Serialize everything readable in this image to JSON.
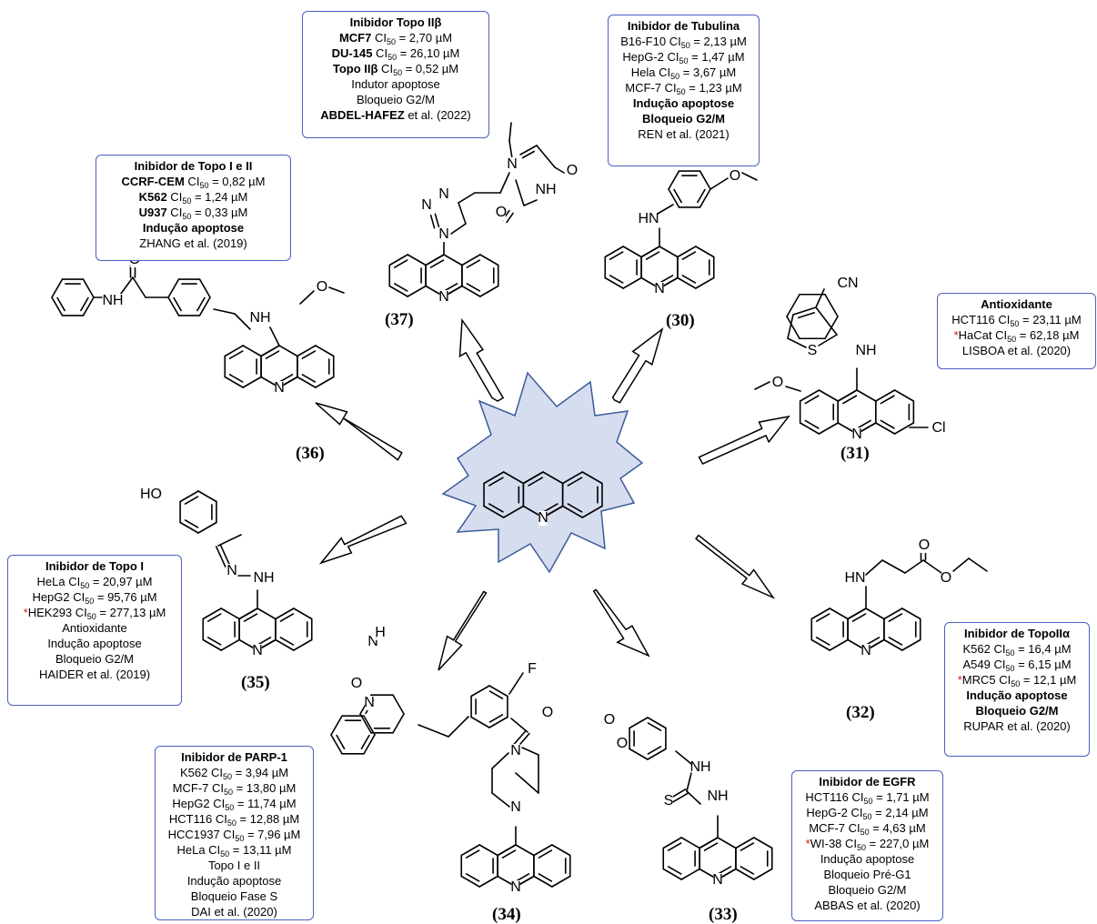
{
  "center": {
    "atom_label": "N"
  },
  "compounds": [
    {
      "id": "30",
      "label": "(30)"
    },
    {
      "id": "31",
      "label": "(31)"
    },
    {
      "id": "32",
      "label": "(32)"
    },
    {
      "id": "33",
      "label": "(33)"
    },
    {
      "id": "34",
      "label": "(34)"
    },
    {
      "id": "35",
      "label": "(35)"
    },
    {
      "id": "36",
      "label": "(36)"
    },
    {
      "id": "37",
      "label": "(37)"
    }
  ],
  "cards": [
    {
      "id": "36",
      "lines": [
        {
          "text": "Inibidor de Topo I e II",
          "style": "title"
        },
        {
          "bold": "CCRF-CEM",
          "mid": "  CI",
          "sub": "50",
          "rest": " = 0,82 µM"
        },
        {
          "bold": "K562",
          "mid": "  CI",
          "sub": "50",
          "rest": "  = 1,24 µM"
        },
        {
          "bold": "U937",
          "mid": "  CI",
          "sub": "50",
          "rest": "  = 0,33 µM"
        },
        {
          "text": "Indução apoptose",
          "style": "title"
        },
        {
          "text": "ZHANG et al. (2019)"
        }
      ]
    },
    {
      "id": "37",
      "lines": [
        {
          "text": "Inibidor Topo IIβ",
          "style": "title"
        },
        {
          "bold": "MCF7",
          "mid": " CI",
          "sub": "50",
          "rest": " = 2,70 µM"
        },
        {
          "bold": "DU-145",
          "mid": " CI",
          "sub": "50",
          "rest": " = 26,10 µM"
        },
        {
          "bold": "Topo IIβ",
          "mid": " CI",
          "sub": "50",
          "rest": " = 0,52 µM"
        },
        {
          "text": "Indutor apoptose"
        },
        {
          "text": "Bloqueio G2/M"
        },
        {
          "bold": "ABDEL-HAFEZ",
          "rest": " et al. (2022)"
        }
      ]
    },
    {
      "id": "30",
      "lines": [
        {
          "text": "Inibidor de Tubulina",
          "style": "title"
        },
        {
          "mid": "B16-F10 CI",
          "sub": "50",
          "rest": " = 2,13 µM"
        },
        {
          "mid": "HepG-2 CI",
          "sub": "50",
          "rest": " = 1,47 µM"
        },
        {
          "mid": "Hela CI",
          "sub": "50",
          "rest": " = 3,67 µM"
        },
        {
          "mid": "MCF-7 CI",
          "sub": "50",
          "rest": " = 1,23 µM"
        },
        {
          "text": "Indução apoptose",
          "style": "title"
        },
        {
          "text": "Bloqueio G2/M",
          "style": "title"
        },
        {
          "text": "REN et al. (2021)"
        }
      ]
    },
    {
      "id": "31",
      "lines": [
        {
          "text": "Antioxidante",
          "style": "title"
        },
        {
          "mid": "HCT116 CI",
          "sub": "50",
          "rest": " = 23,11 µM"
        },
        {
          "star": "*",
          "mid": "HaCat CI",
          "sub": "50",
          "rest": " = 62,18 µM"
        },
        {
          "text": "LISBOA et al. (2020)"
        }
      ]
    },
    {
      "id": "35",
      "lines": [
        {
          "text": "Inibidor de Topo I",
          "style": "title"
        },
        {
          "mid": "HeLa CI",
          "sub": "50",
          "rest": " = 20,97 µM"
        },
        {
          "mid": "HepG2 CI",
          "sub": "50",
          "rest": " = 95,76 µM"
        },
        {
          "star": "*",
          "mid": "HEK293 CI",
          "sub": "50",
          "rest": " = 277,13 µM"
        },
        {
          "text": "Antioxidante"
        },
        {
          "text": "Indução apoptose"
        },
        {
          "text": "Bloqueio G2/M"
        },
        {
          "text": "HAIDER et al. (2019)"
        }
      ]
    },
    {
      "id": "32",
      "lines": [
        {
          "text": "Inibidor de TopoIIα",
          "style": "title"
        },
        {
          "mid": "K562  CI",
          "sub": "50",
          "rest": " = 16,4 µM"
        },
        {
          "mid": "A549  CI",
          "sub": "50",
          "rest": " = 6,15 µM"
        },
        {
          "star": "*",
          "mid": "MRC5 CI",
          "sub": "50",
          "rest": " = 12,1 µM"
        },
        {
          "text": "Indução apoptose",
          "style": "title"
        },
        {
          "text": "Bloqueio G2/M",
          "style": "title"
        },
        {
          "text": "RUPAR et al. (2020)"
        }
      ]
    },
    {
      "id": "34",
      "lines": [
        {
          "text": "Inibidor de PARP-1",
          "style": "title"
        },
        {
          "mid": "K562 CI",
          "sub": "50",
          "rest": " = 3,94 µM"
        },
        {
          "mid": "MCF-7 CI",
          "sub": "50",
          "rest": " = 13,80 µM"
        },
        {
          "mid": "HepG2 CI",
          "sub": "50",
          "rest": " = 11,74 µM"
        },
        {
          "mid": "HCT116  CI",
          "sub": "50",
          "rest": " = 12,88 µM"
        },
        {
          "mid": "HCC1937 CI",
          "sub": "50",
          "rest": " = 7,96 µM"
        },
        {
          "mid": "HeLa  CI",
          "sub": "50",
          "rest": " = 13,11 µM"
        },
        {
          "text": "Topo I e II"
        },
        {
          "text": "Indução apoptose"
        },
        {
          "text": "Bloqueio Fase S"
        },
        {
          "text": "DAI et al. (2020)"
        }
      ]
    },
    {
      "id": "33",
      "lines": [
        {
          "text": "Inibidor de EGFR",
          "style": "title"
        },
        {
          "mid": "HCT116  CI",
          "sub": "50",
          "rest": " = 1,71 µM"
        },
        {
          "mid": "HepG-2  CI",
          "sub": "50",
          "rest": " = 2,14 µM"
        },
        {
          "mid": "MCF-7  CI",
          "sub": "50",
          "rest": " = 4,63 µM"
        },
        {
          "star": "*",
          "mid": "WI-38 CI",
          "sub": "50",
          "rest": " = 227,0 µM"
        },
        {
          "text": "Indução apoptose"
        },
        {
          "text": "Bloqueio Pré-G1"
        },
        {
          "text": "Bloqueio G2/M"
        },
        {
          "text": "ABBAS et al. (2020)"
        }
      ]
    }
  ],
  "atom_labels": {
    "N": "N",
    "H": "H",
    "HN": "HN",
    "NH": "NH",
    "O": "O",
    "HO": "HO",
    "S": "S",
    "CN": "CN",
    "Cl": "Cl",
    "F": "F"
  },
  "colors": {
    "box_border": "#4a5fc4",
    "burst_fill": "#d6ddef",
    "burst_stroke": "#3b5b9a",
    "star": "#d01818"
  }
}
